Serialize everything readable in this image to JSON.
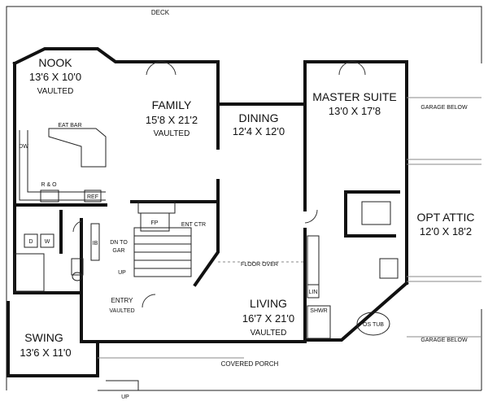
{
  "plan": {
    "deck": "DECK",
    "covered_porch": "COVERED PORCH",
    "up_label": "UP",
    "floor_over": "FLOOR OVER",
    "dn_to_gar": [
      "DN TO",
      "GAR"
    ],
    "garage_below": "GARAGE BELOW",
    "rooms": {
      "nook": {
        "name": "NOOK",
        "size": "13'6 X 10'0",
        "note": "VAULTED"
      },
      "family": {
        "name": "FAMILY",
        "size": "15'8 X 21'2",
        "note": "VAULTED"
      },
      "dining": {
        "name": "DINING",
        "size": "12'4 X 12'0"
      },
      "master": {
        "name": "MASTER SUITE",
        "size": "13'0 X 17'8"
      },
      "attic": {
        "name": "OPT ATTIC",
        "size": "12'0 X 18'2"
      },
      "living": {
        "name": "LIVING",
        "size": "16'7 X 21'0",
        "note": "VAULTED"
      },
      "entry": {
        "name": "ENTRY",
        "note": "VAULTED"
      },
      "swing": {
        "name": "SWING",
        "size": "13'6 X 11'0"
      }
    },
    "fixtures": {
      "eat_bar": "EAT BAR",
      "range_oven": "R & O",
      "ref": "REF",
      "dw": "DW",
      "fp": "FP",
      "ent_ctr": "ENT CTR",
      "dryer": "D",
      "washer": "W",
      "ib": "IB",
      "lin": "LIN",
      "shwr": "SHWR",
      "os_tub": "OS TUB"
    }
  }
}
